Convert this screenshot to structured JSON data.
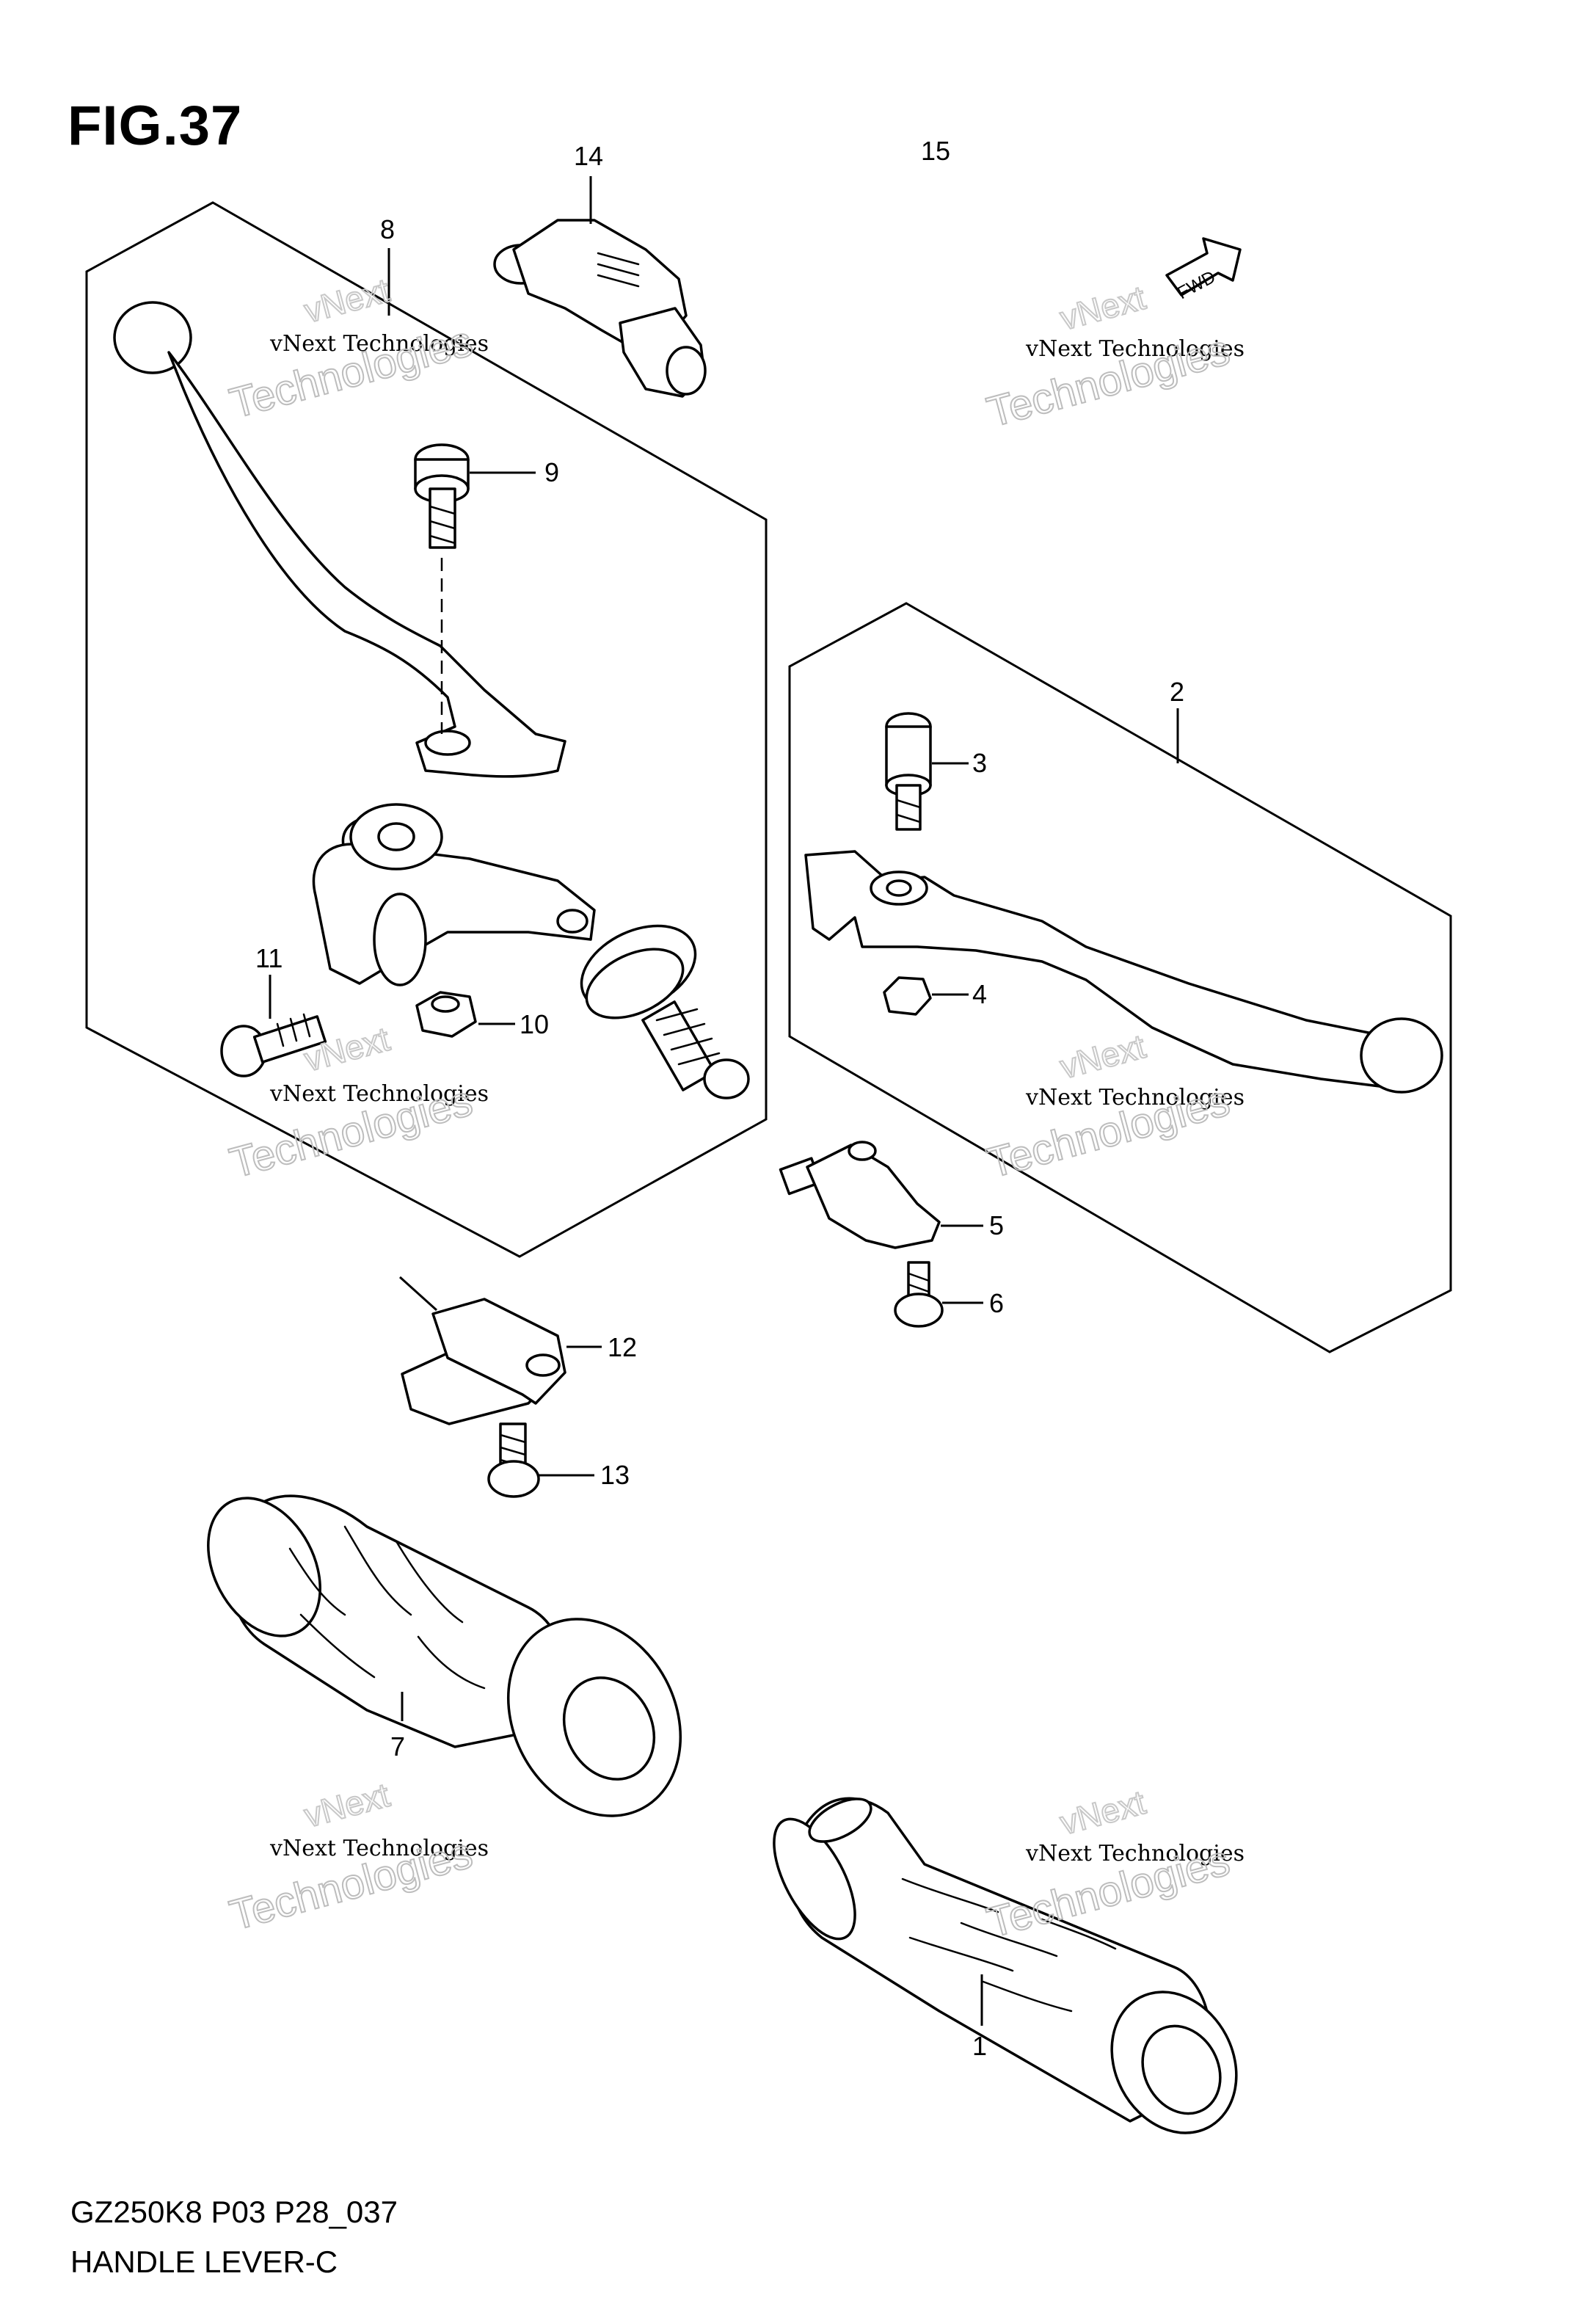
{
  "figure": {
    "title": "FIG.37",
    "model_code": "GZ250K8 P03 P28_037",
    "caption": "HANDLE LEVER-C"
  },
  "fwd_label": "FWD",
  "watermark": {
    "line1": "vNext Technologies",
    "line2": "vNext",
    "line3": "Technologies"
  },
  "callouts": [
    {
      "id": "1",
      "label": "1"
    },
    {
      "id": "2",
      "label": "2"
    },
    {
      "id": "3",
      "label": "3"
    },
    {
      "id": "4",
      "label": "4"
    },
    {
      "id": "5",
      "label": "5"
    },
    {
      "id": "6",
      "label": "6"
    },
    {
      "id": "7",
      "label": "7"
    },
    {
      "id": "8",
      "label": "8"
    },
    {
      "id": "9",
      "label": "9"
    },
    {
      "id": "10",
      "label": "10"
    },
    {
      "id": "11",
      "label": "11"
    },
    {
      "id": "12",
      "label": "12"
    },
    {
      "id": "13",
      "label": "13"
    },
    {
      "id": "14",
      "label": "14"
    },
    {
      "id": "15",
      "label": "15"
    }
  ]
}
